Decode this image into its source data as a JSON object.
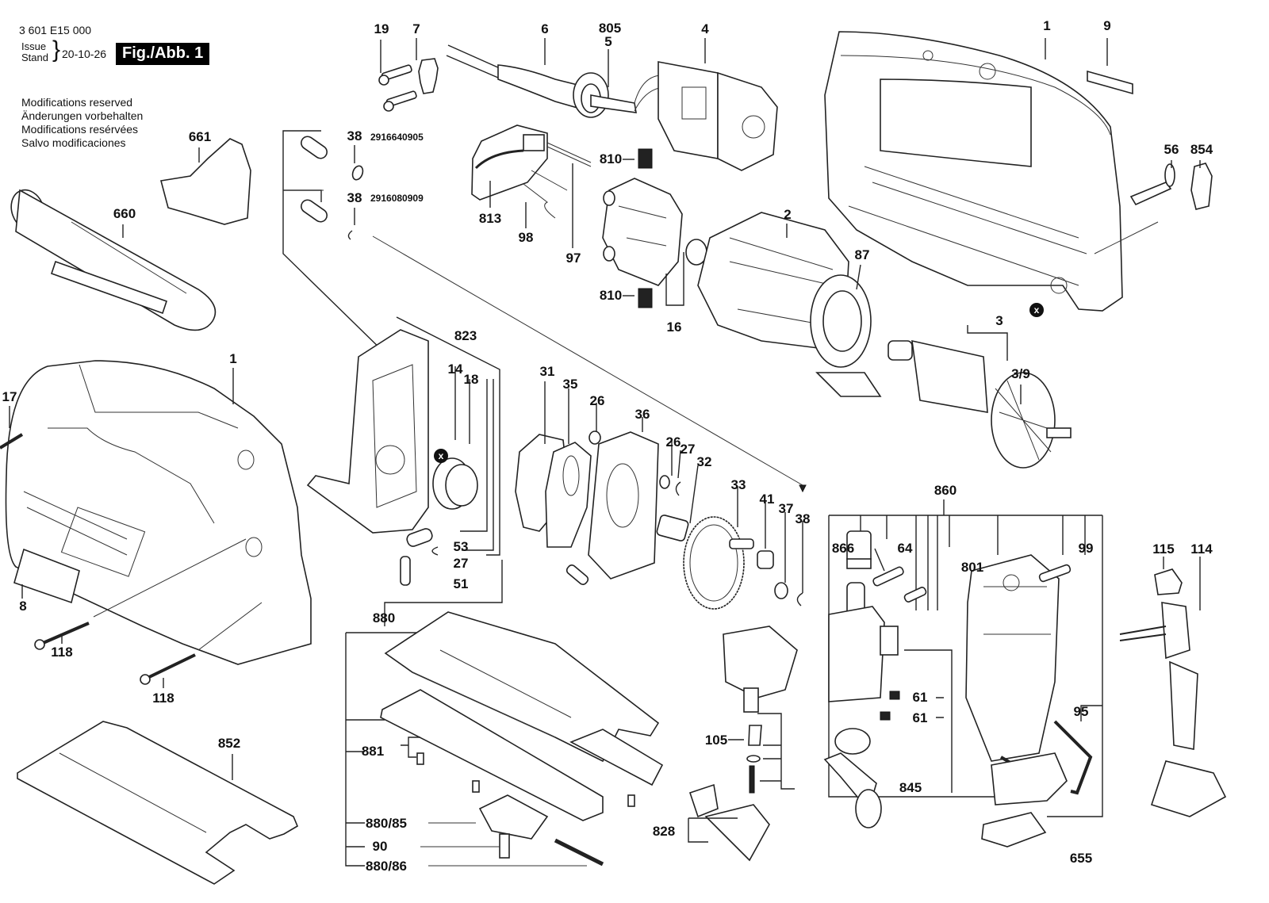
{
  "header": {
    "part_number": "3 601 E15 000",
    "issue_label_en": "Issue",
    "issue_label_de": "Stand",
    "issue_date": "20-10-26",
    "figure_label": "Fig./Abb. 1"
  },
  "modifications_notice": [
    "Modifications reserved",
    "Änderungen vorbehalten",
    "Modifications resérvées",
    "Salvo modificaciones"
  ],
  "marker_symbol": "x",
  "part_numbers": {
    "p38a": "2916640905",
    "p38b": "2916080909"
  },
  "callouts": {
    "c19": "19",
    "c7": "7",
    "c6": "6",
    "c805": "805",
    "c5": "5",
    "c4": "4",
    "c1_top": "1",
    "c9": "9",
    "c56": "56",
    "c854": "854",
    "c661": "661",
    "c660": "660",
    "c38a": "38",
    "c38b": "38",
    "c810a": "810",
    "c810b": "810",
    "c813": "813",
    "c98": "98",
    "c97": "97",
    "c16": "16",
    "c2": "2",
    "c87": "87",
    "c3": "3",
    "c3_9": "3/9",
    "c1_left": "1",
    "c17": "17",
    "c8": "8",
    "c118a": "118",
    "c118b": "118",
    "c852": "852",
    "c823": "823",
    "c14": "14",
    "c18": "18",
    "c53": "53",
    "c27a": "27",
    "c51": "51",
    "c31": "31",
    "c35": "35",
    "c26a": "26",
    "c36": "36",
    "c26b": "26",
    "c27b": "27",
    "c32": "32",
    "c33": "33",
    "c41": "41",
    "c37": "37",
    "c38c": "38",
    "c860": "860",
    "c866": "866",
    "c64": "64",
    "c801": "801",
    "c99": "99",
    "c115": "115",
    "c114": "114",
    "c61a": "61",
    "c61b": "61",
    "c105": "105",
    "c845": "845",
    "c828": "828",
    "c95": "95",
    "c655": "655",
    "c880": "880",
    "c881": "881",
    "c880_85": "880/85",
    "c90": "90",
    "c880_86": "880/86"
  }
}
